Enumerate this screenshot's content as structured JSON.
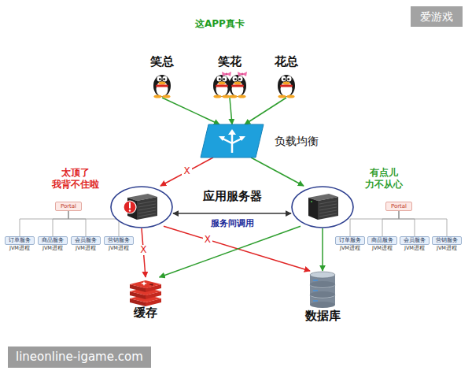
{
  "diagram": {
    "nodes": [
      {
        "text": [
          "笑总"
        ]
      },
      {
        "text": [
          "笑花"
        ]
      },
      {
        "text": [
          "花总"
        ]
      },
      {
        "text": [
          "负载均衡"
        ]
      },
      {
        "text": [
          "太顶了 我背不住啦"
        ]
      },
      {
        "text": [
          "有点儿 力不从心"
        ]
      },
      {
        "text": [
          "缓存"
        ]
      },
      {
        "text": [
          "数据库"
        ]
      },
      {
        "text": [
          "Portal"
        ]
      },
      {
        "text": [
          "订单服务",
          "JVM进程"
        ]
      },
      {
        "text": [
          "商品服务",
          "JVM进程"
        ]
      },
      {
        "text": [
          "会员服务",
          "JVM进程"
        ]
      },
      {
        "text": [
          "营销服务",
          "JVM进程"
        ]
      },
      {
        "text": [
          "Portal"
        ]
      },
      {
        "text": [
          "订单服务",
          "JVM进程"
        ]
      },
      {
        "text": [
          "商品服务",
          "JVM进程"
        ]
      },
      {
        "text": [
          "会员服务",
          "JVM进程"
        ]
      },
      {
        "text": [
          "营销服务",
          "JVM进程"
        ]
      }
    ],
    "edges": [
      {
        "from": 0,
        "to": 3,
        "arrow": "to"
      },
      {
        "from": 1,
        "to": 3,
        "arrow": "to"
      },
      {
        "from": 2,
        "to": 3,
        "arrow": "to"
      },
      {
        "from": 3,
        "to": 4,
        "label": "X",
        "arrow": "to"
      },
      {
        "from": 3,
        "to": 5,
        "arrow": "to"
      },
      {
        "from": 4,
        "to": 5,
        "label": "服务间调用",
        "arrow": "both"
      },
      {
        "from": 4,
        "to": 6,
        "label": "X",
        "arrow": "to"
      },
      {
        "from": 4,
        "to": 7,
        "label": "X",
        "arrow": "to"
      },
      {
        "from": 5,
        "to": 6,
        "arrow": "to"
      },
      {
        "from": 5,
        "to": 7,
        "arrow": "to"
      },
      {
        "from": 8,
        "to": 9,
        "arrow": "none"
      },
      {
        "from": 8,
        "to": 10,
        "arrow": "none"
      },
      {
        "from": 8,
        "to": 11,
        "arrow": "none"
      },
      {
        "from": 8,
        "to": 12,
        "arrow": "none"
      },
      {
        "from": 13,
        "to": 14,
        "arrow": "none"
      },
      {
        "from": 13,
        "to": 15,
        "arrow": "none"
      },
      {
        "from": 13,
        "to": 16,
        "arrow": "none"
      },
      {
        "from": 13,
        "to": 17,
        "arrow": "none"
      }
    ],
    "labels": [
      "这APP真卡",
      "应用服务器",
      "爱游戏",
      "lineonline-igame.com"
    ]
  }
}
